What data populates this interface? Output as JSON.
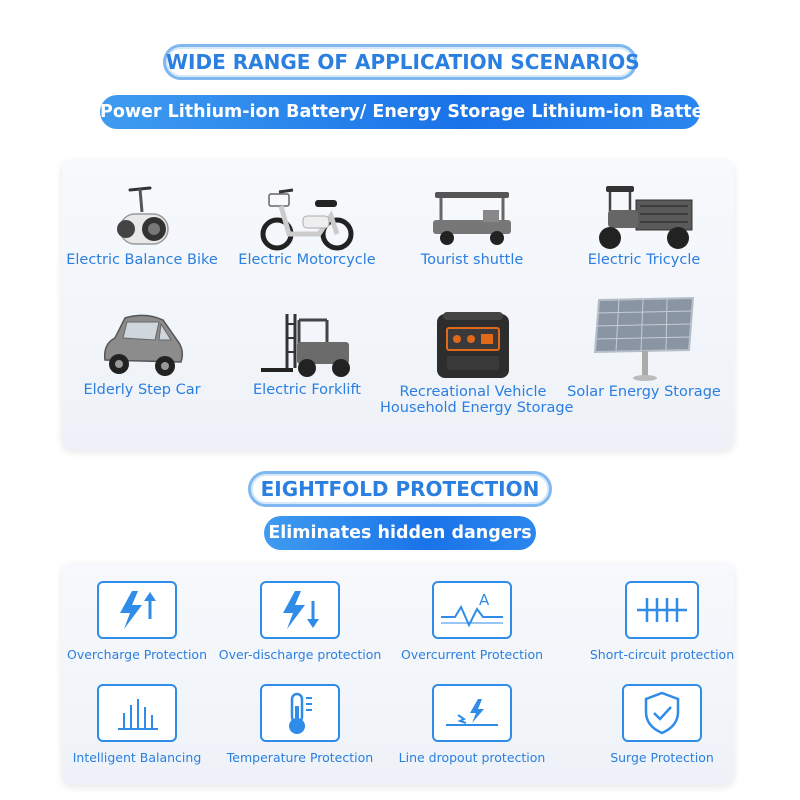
{
  "header": {
    "title": "WIDE RANGE OF APPLICATION SCENARIOS",
    "subtitle": "Power Lithium-ion Battery/ Energy Storage Lithium-ion Battery"
  },
  "applications": [
    {
      "label": "Electric Balance Bike",
      "icon": "balance-bike-icon"
    },
    {
      "label": "Electric Motorcycle",
      "icon": "motorcycle-icon"
    },
    {
      "label": "Tourist shuttle",
      "icon": "golf-cart-icon"
    },
    {
      "label": "Electric Tricycle",
      "icon": "tricycle-icon"
    },
    {
      "label": "Elderly Step Car",
      "icon": "small-car-icon"
    },
    {
      "label": "Electric Forklift",
      "icon": "forklift-icon"
    },
    {
      "label": "Recreational Vehicle",
      "label2": "Household Energy Storage",
      "icon": "power-station-icon"
    },
    {
      "label": "Solar Energy Storage",
      "icon": "solar-panel-icon"
    }
  ],
  "protection": {
    "title": "EIGHTFOLD PROTECTION",
    "subtitle": "Eliminates hidden dangers",
    "items": [
      {
        "label": "Overcharge Protection",
        "icon": "lightning-up-icon"
      },
      {
        "label": "Over-discharge protection",
        "icon": "lightning-down-icon"
      },
      {
        "label": "Overcurrent Protection",
        "icon": "current-wave-icon",
        "glyph": "A"
      },
      {
        "label": "Short-circuit protection",
        "icon": "short-circuit-icon"
      },
      {
        "label": "Intelligent Balancing",
        "icon": "balance-bars-icon"
      },
      {
        "label": "Temperature Protection",
        "icon": "thermometer-icon"
      },
      {
        "label": "Line dropout protection",
        "icon": "dropout-icon"
      },
      {
        "label": "Surge Protection",
        "icon": "shield-check-icon"
      }
    ]
  },
  "colors": {
    "accent": "#2a7fe0",
    "pill_gradient_start": "#3f9cf0",
    "pill_gradient_end": "#1a73e8",
    "outline": "#7fb8f0",
    "icon_stroke": "#2f8ce8"
  }
}
